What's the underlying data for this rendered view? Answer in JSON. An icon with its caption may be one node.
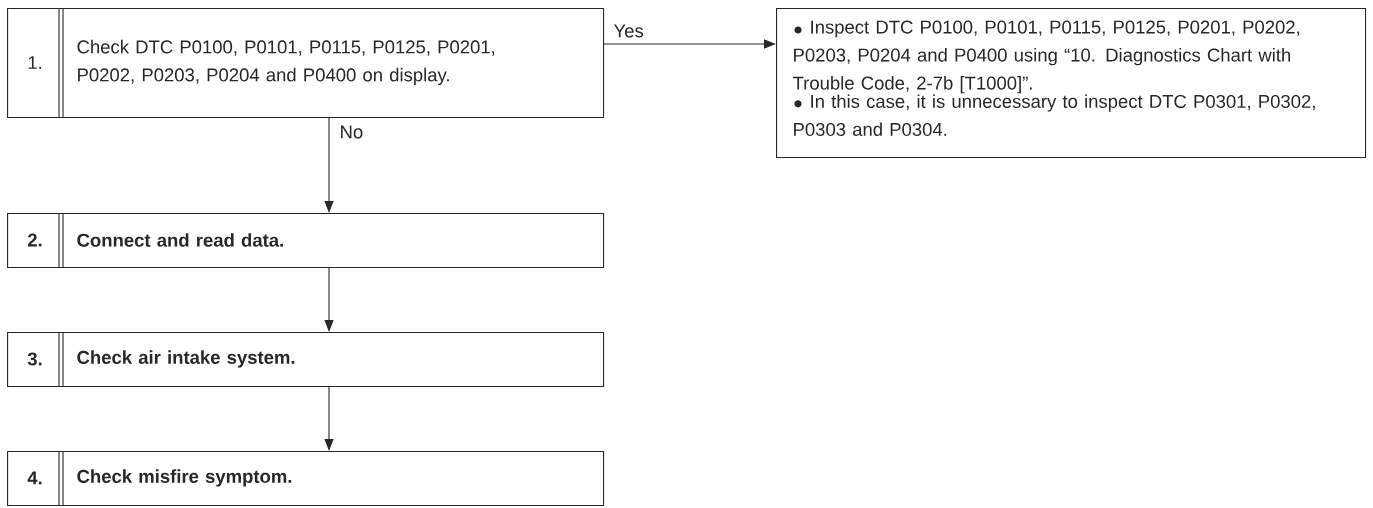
{
  "diagram": {
    "nodes": [
      {
        "text": [
          "1.",
          "Check DTC P0100, P0101, P0115, P0125, P0201, P0202, P0203, P0204 and P0400 on display."
        ]
      },
      {
        "text": [
          "Inspect DTC P0100, P0101, P0115, P0125, P0201, P0202, P0203, P0204 and P0400 using “10. Diagnostics Chart with Trouble Code, 2-7b [T1000]”.",
          "In this case, it is unnecessary to inspect DTC P0301, P0302, P0303 and P0304."
        ]
      },
      {
        "text": [
          "2.",
          "Connect and read data."
        ]
      },
      {
        "text": [
          "3.",
          "Check air intake system."
        ]
      },
      {
        "text": [
          "4.",
          "Check misfire symptom."
        ]
      }
    ],
    "edges": [
      {
        "from": 0,
        "to": 1,
        "arrow": "to",
        "label": "Yes"
      },
      {
        "from": 0,
        "to": 2,
        "arrow": "to",
        "label": "No"
      },
      {
        "from": 2,
        "to": 3,
        "arrow": "to"
      },
      {
        "from": 3,
        "to": 4,
        "arrow": "to"
      }
    ]
  }
}
